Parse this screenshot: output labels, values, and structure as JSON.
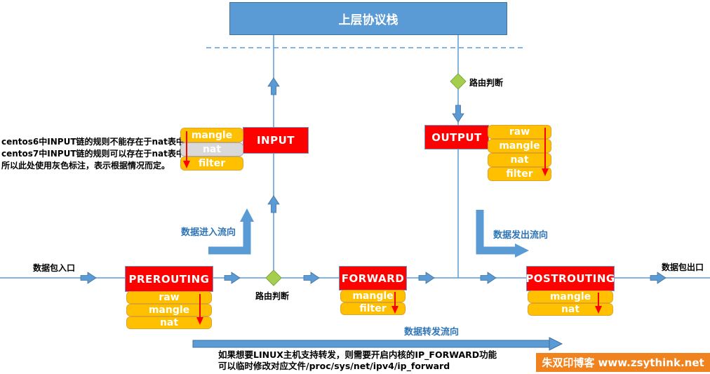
{
  "title": "上层协议栈",
  "labels": {
    "packet_in": "数据包入口",
    "packet_out": "数据包出口",
    "routing_decision_top": "路由判断",
    "routing_decision_mid": "路由判断",
    "flow_in": "数据进入流向",
    "flow_out": "数据发出流向",
    "flow_forward": "数据转发流向"
  },
  "chains": {
    "input": {
      "name": "INPUT",
      "tables": [
        "mangle",
        "nat",
        "filter"
      ]
    },
    "output": {
      "name": "OUTPUT",
      "tables": [
        "raw",
        "mangle",
        "nat",
        "filter"
      ]
    },
    "prerouting": {
      "name": "PREROUTING",
      "tables": [
        "raw",
        "mangle",
        "nat"
      ]
    },
    "forward": {
      "name": "FORWARD",
      "tables": [
        "mangle",
        "filter"
      ]
    },
    "postrouting": {
      "name": "POSTROUTING",
      "tables": [
        "mangle",
        "nat"
      ]
    }
  },
  "notes": {
    "centos": [
      "centos6中INPUT链的规则不能存在于nat表中",
      "centos7中INPUT链的规则可以存在于nat表中",
      "所以此处使用灰色标注，表示根据情况而定。"
    ],
    "forward": [
      "如果想要LINUX主机支持转发，则需要开启内核的IP_FORWARD功能",
      "可以临时修改对应文件/proc/sys/net/ipv4/ip_forward"
    ]
  },
  "watermark": {
    "text": "朱双印博客 www.zsythink.net"
  },
  "colors": {
    "chain_red": "#ff0000",
    "table_orange": "#ffc000",
    "table_gray": "#d9d9d9",
    "flow_blue": "#5b9bd5",
    "flow_label_blue": "#2e74b5",
    "diamond_green": "#a6ce4e",
    "watermark_orange": "#f0831e"
  }
}
